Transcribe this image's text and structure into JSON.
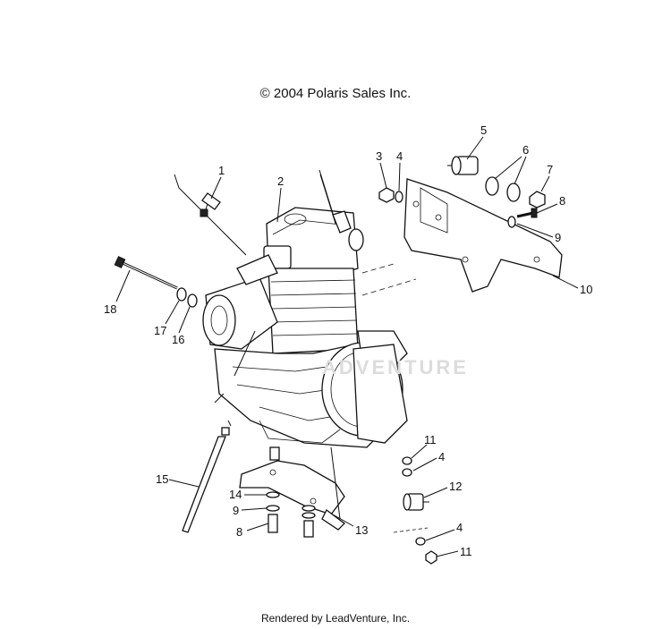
{
  "header": {
    "copyright": "© 2004 Polaris Sales Inc."
  },
  "footer": {
    "rendered_by": "Rendered by LeadVenture, Inc."
  },
  "watermark": {
    "text": "ADVENTURE"
  },
  "callouts": [
    "1",
    "2",
    "3",
    "4",
    "5",
    "6",
    "7",
    "8",
    "9",
    "10",
    "18",
    "17",
    "16",
    "11",
    "4",
    "12",
    "15",
    "14",
    "9",
    "8",
    "13",
    "4",
    "11"
  ]
}
